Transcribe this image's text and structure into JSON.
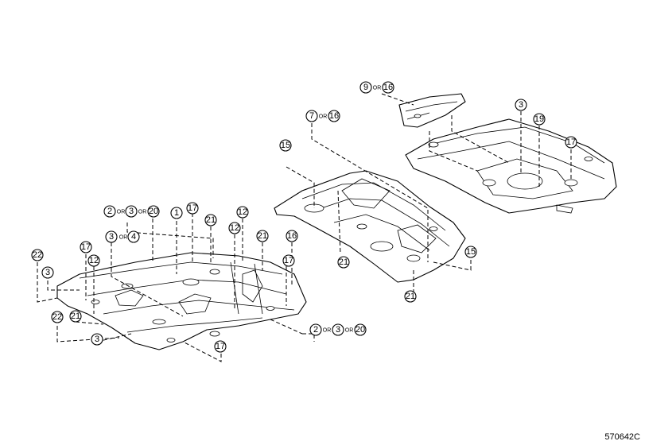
{
  "diagram": {
    "code": "570642C",
    "callouts": {
      "c1": "1",
      "c2": "2",
      "c3": "3",
      "c4": "4",
      "c7": "7",
      "c9": "9",
      "c12": "12",
      "c15": "15",
      "c16": "16",
      "c17": "17",
      "c19": "19",
      "c20": "20",
      "c21": "21",
      "c22": "22"
    },
    "or_word": "OR"
  }
}
